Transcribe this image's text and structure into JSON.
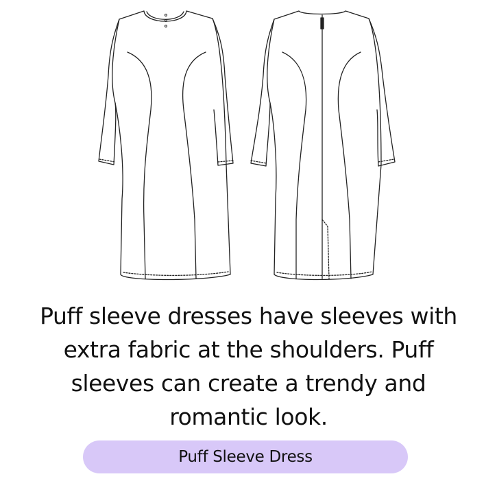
{
  "illustration": {
    "front_view": "dress-front-drawing",
    "back_view": "dress-back-drawing",
    "stroke_color": "#222222"
  },
  "description": "Puff sleeve dresses have sleeves with extra fabric at the shoulders. Puff sleeves can create a trendy and romantic look.",
  "label": {
    "text": "Puff Sleeve Dress",
    "background_color": "#d8c8f8"
  }
}
